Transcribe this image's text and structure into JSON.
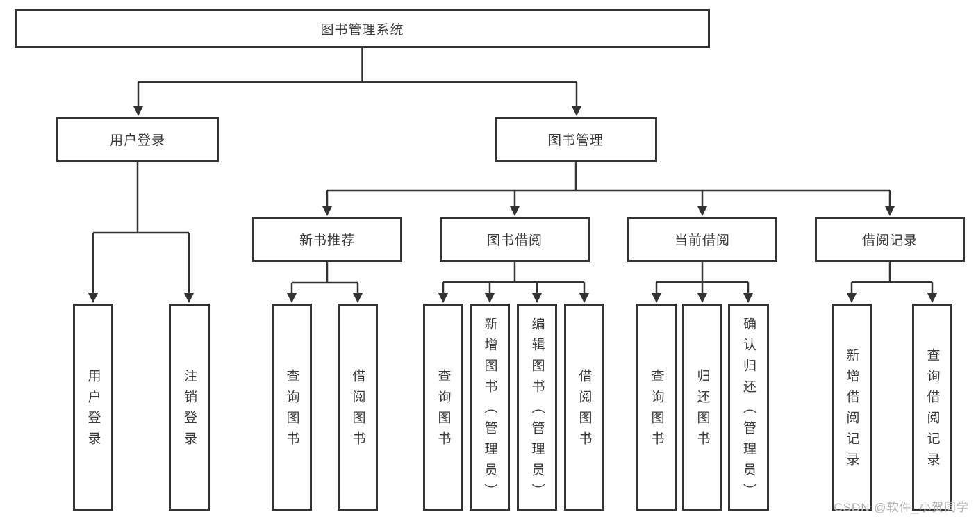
{
  "colors": {
    "line": "#333333",
    "box_border": "#333333",
    "text": "#3a3a3a",
    "watermark": "#b3b3b3",
    "background": "#ffffff"
  },
  "tree": {
    "root": {
      "label": "图书管理系统"
    },
    "children": [
      {
        "label": "用户登录",
        "children": [
          {
            "label": "用户登录"
          },
          {
            "label": "注销登录"
          }
        ]
      },
      {
        "label": "图书管理",
        "children": [
          {
            "label": "新书推荐",
            "children": [
              {
                "label": "查询图书"
              },
              {
                "label": "借阅图书"
              }
            ]
          },
          {
            "label": "图书借阅",
            "children": [
              {
                "label": "查询图书"
              },
              {
                "label": "新增图书（管理员）"
              },
              {
                "label": "编辑图书（管理员）"
              },
              {
                "label": "借阅图书"
              }
            ]
          },
          {
            "label": "当前借阅",
            "children": [
              {
                "label": "查询图书"
              },
              {
                "label": "归还图书"
              },
              {
                "label": "确认归还（管理员）"
              }
            ]
          },
          {
            "label": "借阅记录",
            "children": [
              {
                "label": "新增借阅记录"
              },
              {
                "label": "查询借阅记录"
              }
            ]
          }
        ]
      }
    ]
  },
  "watermark": {
    "text": "CSDN @软件_小贺同学"
  }
}
